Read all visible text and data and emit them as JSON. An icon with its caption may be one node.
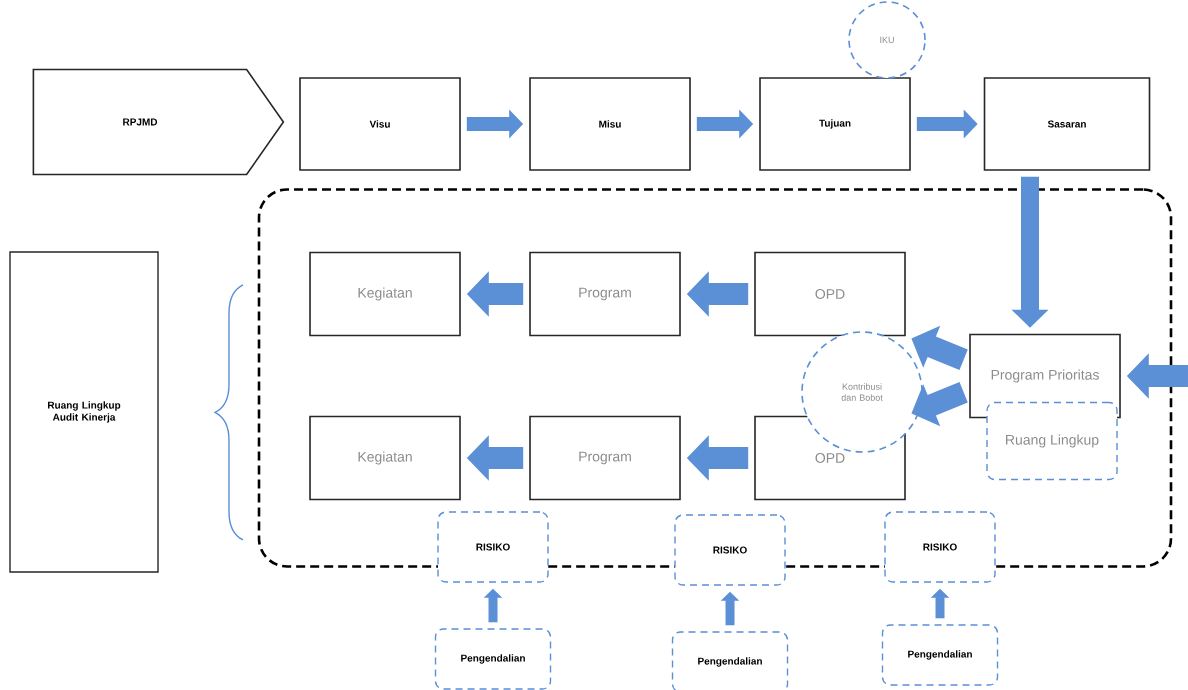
{
  "diagram": {
    "nodes": [
      {
        "text": [
          "RPJMD"
        ]
      },
      {
        "text": [
          "Visu"
        ]
      },
      {
        "text": [
          "Misu"
        ]
      },
      {
        "text": [
          "Tujuan"
        ]
      },
      {
        "text": [
          "IKU"
        ]
      },
      {
        "text": [
          "Sasaran"
        ]
      },
      {
        "text": [],
        "shape": "box"
      },
      {
        "text": [
          "Ruang Lingkup Audit Kinerja"
        ]
      },
      {
        "text": [
          "Kegiatan"
        ],
        "in": 6
      },
      {
        "text": [
          "Program"
        ],
        "in": 6
      },
      {
        "text": [
          "OPD"
        ],
        "in": 6
      },
      {
        "text": [
          "Kegiatan"
        ],
        "in": 6
      },
      {
        "text": [
          "Program"
        ],
        "in": 6
      },
      {
        "text": [
          "OPD"
        ],
        "in": 6
      },
      {
        "text": [
          "Kontribusi dan Bobot"
        ],
        "in": 6
      },
      {
        "text": [
          "Program Prioritas"
        ],
        "in": 6
      },
      {
        "text": [
          "Ruang Lingkup"
        ],
        "in": 6
      },
      {
        "text": [
          "RISIKO"
        ]
      },
      {
        "text": [
          "RISIKO"
        ]
      },
      {
        "text": [
          "RISIKO"
        ]
      },
      {
        "text": [
          "Pengendalian"
        ]
      },
      {
        "text": [
          "Pengendalian"
        ]
      },
      {
        "text": [
          "Pengendalian"
        ]
      }
    ],
    "edges": [
      {
        "from": 1,
        "to": 2,
        "arrow": "to"
      },
      {
        "from": 2,
        "to": 3,
        "arrow": "to"
      },
      {
        "from": 3,
        "to": 5,
        "arrow": "to"
      },
      {
        "from": 5,
        "to": 15,
        "arrow": "to"
      },
      {
        "from": null,
        "to": 15,
        "arrow": "to"
      },
      {
        "from": 15,
        "to": 10,
        "arrow": "to"
      },
      {
        "from": 15,
        "to": 13,
        "arrow": "to"
      },
      {
        "from": 10,
        "to": 9,
        "arrow": "to"
      },
      {
        "from": 9,
        "to": 8,
        "arrow": "to"
      },
      {
        "from": 13,
        "to": 12,
        "arrow": "to"
      },
      {
        "from": 12,
        "to": 11,
        "arrow": "to"
      },
      {
        "from": 20,
        "to": 17,
        "arrow": "to"
      },
      {
        "from": 21,
        "to": 18,
        "arrow": "to"
      },
      {
        "from": 22,
        "to": 19,
        "arrow": "to"
      }
    ]
  }
}
